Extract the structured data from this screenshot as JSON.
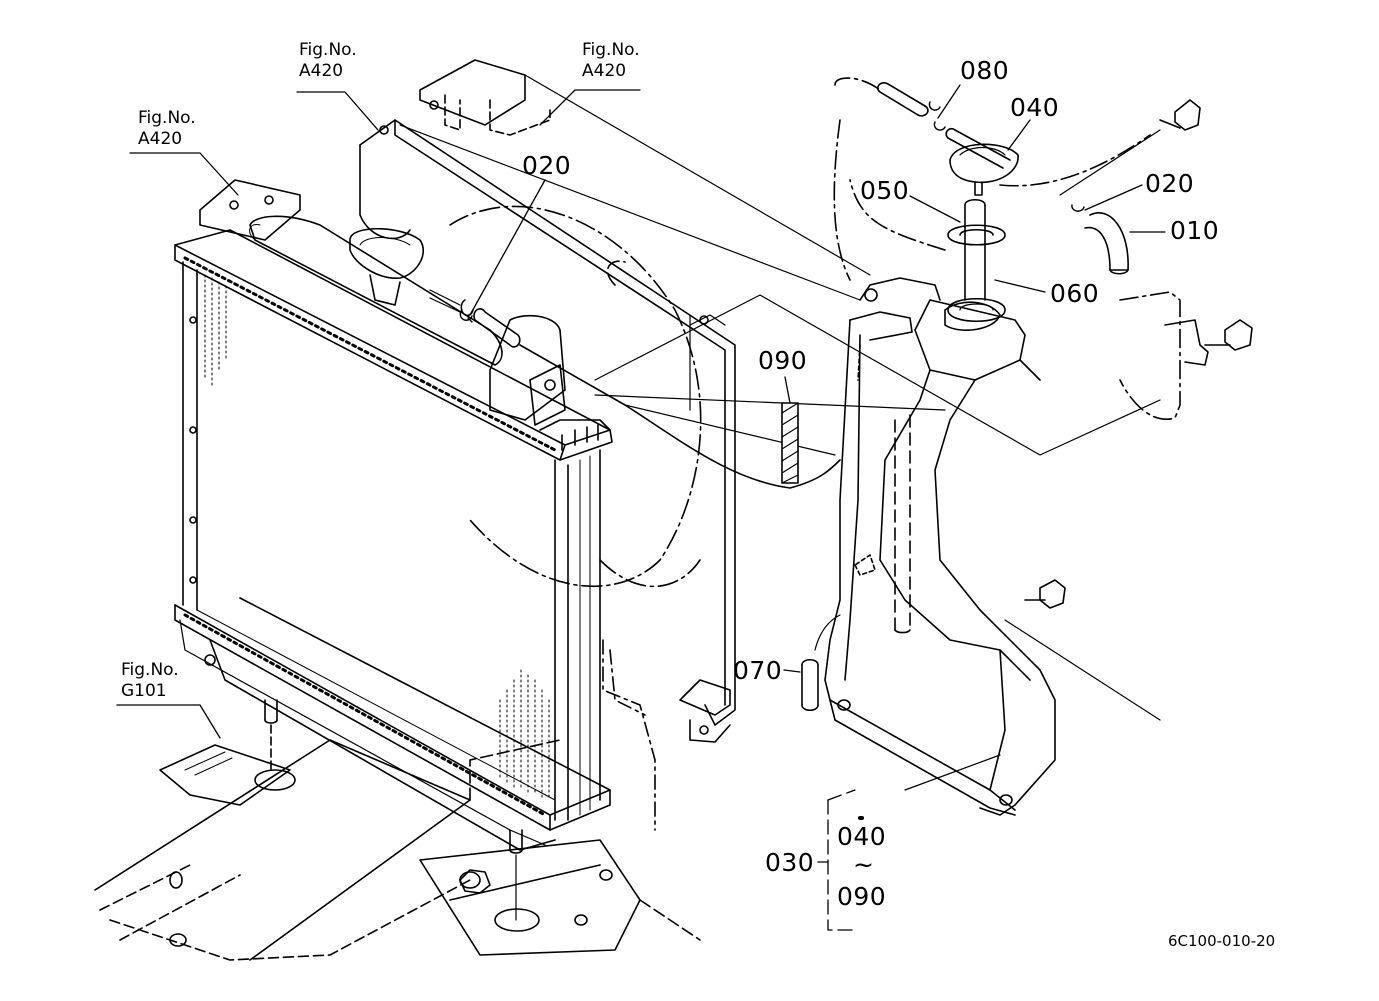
{
  "figure_refs": [
    {
      "line1": "Fig.No.",
      "line2": "A420"
    },
    {
      "line1": "Fig.No.",
      "line2": "A420"
    },
    {
      "line1": "Fig.No.",
      "line2": "A420"
    },
    {
      "line1": "Fig.No.",
      "line2": "G101"
    }
  ],
  "part_labels": {
    "p080": "080",
    "p040": "040",
    "p050": "050",
    "p020_right": "020",
    "p010": "010",
    "p060": "060",
    "p020_left": "020",
    "p090": "090",
    "p070": "070",
    "p030": "030",
    "p040_range": "040",
    "range_sep": "~",
    "p090_range": "090"
  },
  "drawing_code": "6C100-010-20",
  "colors": {
    "line": "#000000",
    "background": "#ffffff"
  }
}
